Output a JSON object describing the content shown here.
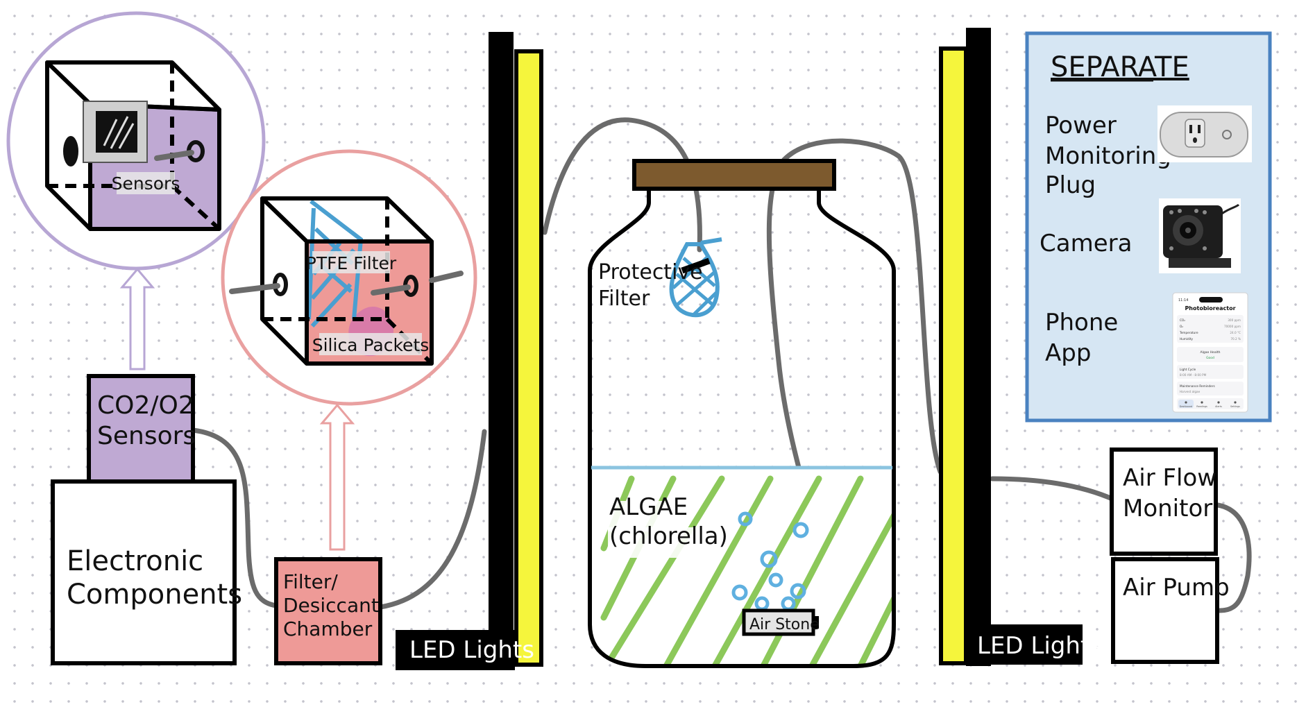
{
  "labels": {
    "sensors_inset": "Sensors",
    "ptfe_filter": "PTFE Filter",
    "silica_packets": "Silica Packets",
    "co2_o2_line1": "CO2/O2",
    "co2_o2_line2": "Sensors",
    "electronic_line1": "Electronic",
    "electronic_line2": "Components",
    "filter_line1": "Filter/",
    "filter_line2": "Desiccant",
    "filter_line3": "Chamber",
    "led_left": "LED Lights",
    "led_right": "LED Lights",
    "protective_line1": "Protective",
    "protective_line2": "Filter",
    "algae_line1": "ALGAE",
    "algae_line2": "(chlorella)",
    "air_stone": "Air Stone",
    "air_flow_line1": "Air Flow",
    "air_flow_line2": "Monitor",
    "air_pump": "Air Pump"
  },
  "separate_panel": {
    "title": "SEPARATE",
    "power_line1": "Power",
    "power_line2": "Monitoring",
    "power_line3": "Plug",
    "camera": "Camera",
    "phone_line1": "Phone",
    "phone_line2": "App"
  },
  "phone_screen": {
    "time": "11:14",
    "title": "Photobioreactor",
    "rows": [
      {
        "label": "CO₂",
        "value": "300 ppm"
      },
      {
        "label": "O₂",
        "value": "70000 ppm"
      },
      {
        "label": "Temperature",
        "value": "24.0 °C"
      },
      {
        "label": "Humidity",
        "value": "70.2 %"
      }
    ],
    "health_label": "Algae Health",
    "health_value": "Good",
    "light_label": "Light Cycle",
    "light_value": "8:00 AM - 8:00 PM",
    "maint_label": "Maintenance Reminders",
    "maint_value": "Harvest algae",
    "nav": [
      "Dashboard",
      "Readings",
      "Alerts",
      "Settings"
    ]
  },
  "colors": {
    "sensor_purple": "#bfa9d3",
    "sensor_circle": "#b7a6d4",
    "filter_pink": "#ee9a97",
    "filter_circle": "#e9a0a0",
    "led_yellow": "#f5f53c",
    "algae_green": "#8cc85a",
    "water_blue": "#8bc4e0",
    "net_blue": "#4a9fd0",
    "panel_bg": "#d6e6f3",
    "panel_border": "#4a82c0",
    "lid_brown": "#7d5a2e",
    "tube_gray": "#6b6b6b"
  }
}
